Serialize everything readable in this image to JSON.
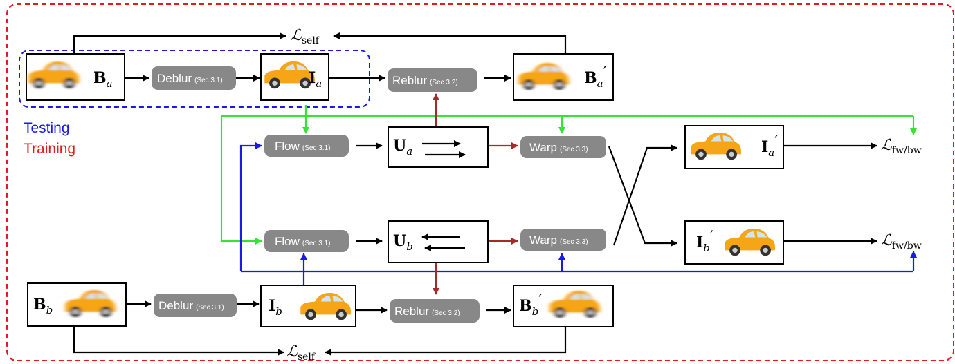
{
  "legend": {
    "testing": "Testing",
    "training": "Training",
    "testing_color": "#1a1ae6",
    "training_color": "#e61a1a"
  },
  "colors": {
    "outer_border": "#e61a1a",
    "testing_box": "#1a1ae6",
    "green_arrows": "#33e533",
    "blue_arrows": "#1a1ae6",
    "red_arrows": "#a52a2a",
    "pill_fill": "#888888"
  },
  "modules": {
    "deblur_a": {
      "label": "Deblur",
      "ref": "(Sec 3.1)"
    },
    "deblur_b": {
      "label": "Deblur",
      "ref": "(Sec 3.1)"
    },
    "reblur_a": {
      "label": "Reblur",
      "ref": "(Sec 3.2)"
    },
    "reblur_b": {
      "label": "Reblur",
      "ref": "(Sec 3.2)"
    },
    "flow_a": {
      "label": "Flow",
      "ref": "(Sec 3.1)"
    },
    "flow_b": {
      "label": "Flow",
      "ref": "(Sec 3.1)"
    },
    "warp_a": {
      "label": "Warp",
      "ref": "(Sec 3.3)"
    },
    "warp_b": {
      "label": "Warp",
      "ref": "(Sec 3.3)"
    }
  },
  "nodes": {
    "B_a": {
      "sym": "B",
      "sub": "a",
      "prime": "",
      "image": "blurred-car-icon"
    },
    "I_a": {
      "sym": "I",
      "sub": "a",
      "prime": "",
      "image": "sharp-car-icon"
    },
    "Bp_a": {
      "sym": "B",
      "sub": "a",
      "prime": "′",
      "image": "blurred-car-icon"
    },
    "U_a": {
      "sym": "U",
      "sub": "a",
      "prime": "",
      "image": "forward-arrows-icon"
    },
    "U_b": {
      "sym": "U",
      "sub": "b",
      "prime": "",
      "image": "backward-arrows-icon"
    },
    "Ip_a": {
      "sym": "I",
      "sub": "a",
      "prime": "′",
      "image": "sharp-car-icon"
    },
    "Ip_b": {
      "sym": "I",
      "sub": "b",
      "prime": "′",
      "image": "sharp-car-icon"
    },
    "B_b": {
      "sym": "B",
      "sub": "b",
      "prime": "",
      "image": "blurred-car-icon"
    },
    "I_b": {
      "sym": "I",
      "sub": "b",
      "prime": "",
      "image": "sharp-car-icon"
    },
    "Bp_b": {
      "sym": "B",
      "sub": "b",
      "prime": "′",
      "image": "blurred-car-icon"
    }
  },
  "losses": {
    "self_top": {
      "sym": "ℒ",
      "sub": "self"
    },
    "self_bottom": {
      "sym": "ℒ",
      "sub": "self"
    },
    "fwbw_a": {
      "sym": "ℒ",
      "sub": "fw/bw"
    },
    "fwbw_b": {
      "sym": "ℒ",
      "sub": "fw/bw"
    }
  }
}
